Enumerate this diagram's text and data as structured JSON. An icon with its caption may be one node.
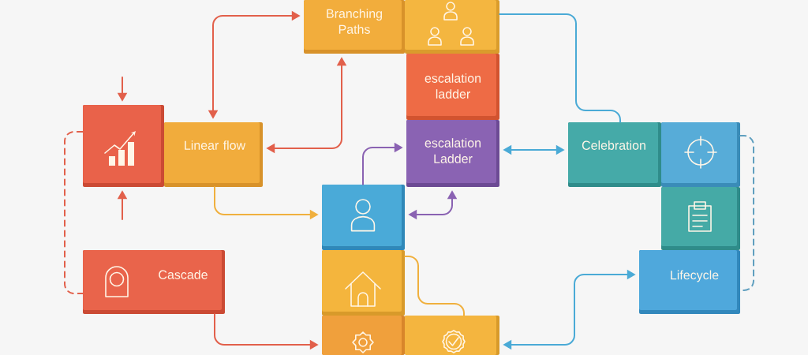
{
  "diagram": {
    "nodes": [
      {
        "text": [
          "Branching Paths"
        ]
      },
      {
        "text": [],
        "shape": "box"
      },
      {
        "text": [
          "escalation ladder"
        ]
      },
      {
        "text": [],
        "shape": "box"
      },
      {
        "text": [
          "Linear flow"
        ]
      },
      {
        "text": [
          "escalation Ladder"
        ]
      },
      {
        "text": [
          "Celebration"
        ]
      },
      {
        "text": [],
        "shape": "box"
      },
      {
        "text": [],
        "shape": "box"
      },
      {
        "text": [],
        "shape": "box"
      },
      {
        "text": [
          "Cascade"
        ]
      },
      {
        "text": [],
        "shape": "box"
      },
      {
        "text": [
          "Lifecycle"
        ]
      },
      {
        "text": [],
        "shape": "box"
      },
      {
        "text": [],
        "shape": "box"
      }
    ],
    "edges": [
      {
        "from": null,
        "to": 3,
        "arrow": "to"
      },
      {
        "from": null,
        "to": 3,
        "arrow": "to"
      },
      {
        "from": 4,
        "to": 0,
        "arrow": "both"
      },
      {
        "from": 0,
        "to": 4,
        "arrow": "both"
      },
      {
        "from": 3,
        "to": 10,
        "arrow": "none",
        "style": "dashed"
      },
      {
        "from": 4,
        "to": 8,
        "arrow": "to",
        "color": "#f0b03e"
      },
      {
        "from": 10,
        "to": 13,
        "arrow": "to"
      },
      {
        "from": 8,
        "to": 5,
        "arrow": "to",
        "color": "#8a62b2"
      },
      {
        "from": 8,
        "to": 5,
        "arrow": "both",
        "color": "#8a62b2"
      },
      {
        "from": 11,
        "to": 14,
        "arrow": "none",
        "color": "#f0b03e"
      },
      {
        "from": 1,
        "to": 6,
        "arrow": "none",
        "color": "#4aaad6"
      },
      {
        "from": 5,
        "to": 6,
        "arrow": "both",
        "color": "#4aaad6"
      },
      {
        "from": 7,
        "to": 12,
        "arrow": "none",
        "style": "dashed",
        "color": "#5f9fbf"
      },
      {
        "from": 14,
        "to": 12,
        "arrow": "both",
        "color": "#4aaad6"
      }
    ]
  }
}
